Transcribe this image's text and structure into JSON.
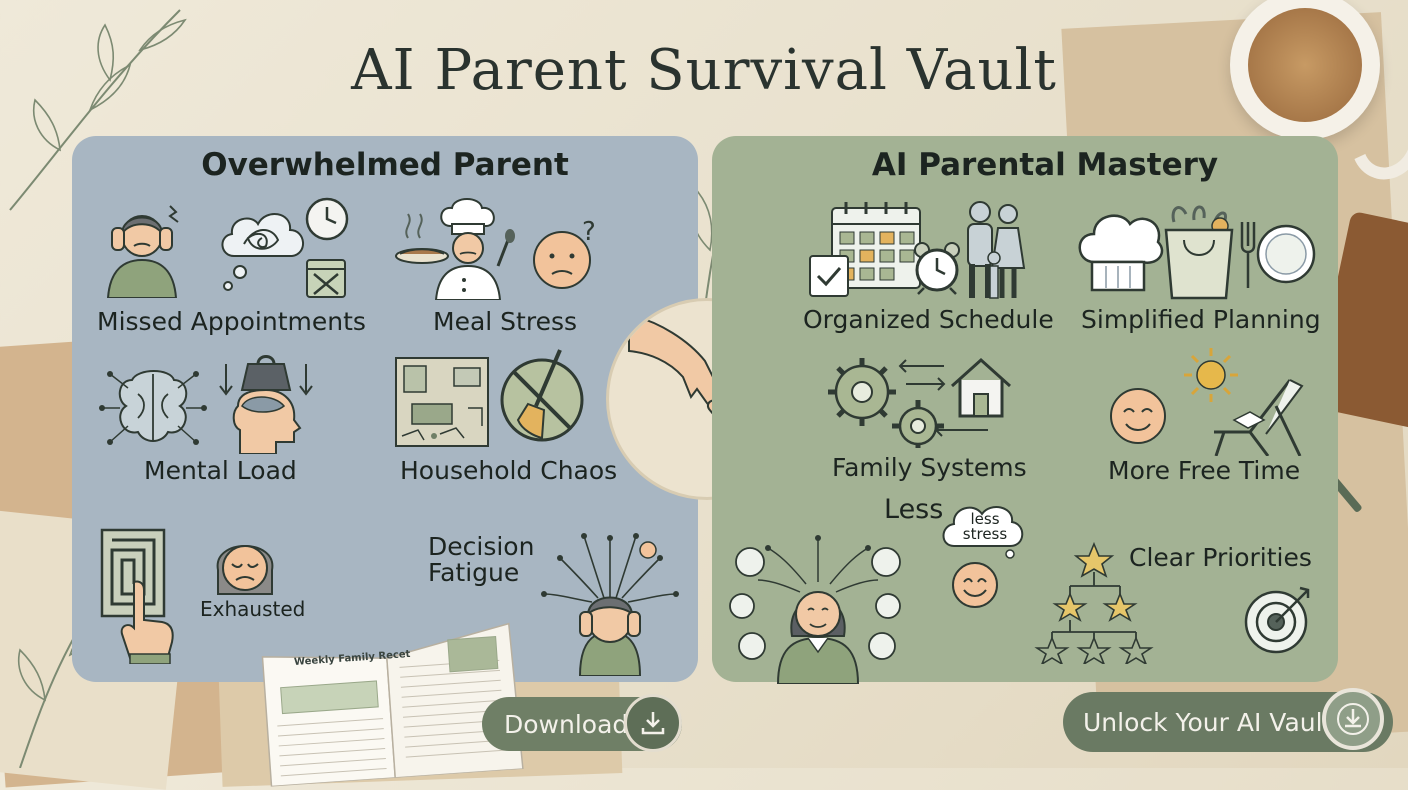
{
  "title": "AI Parent Survival Vault",
  "left_panel": {
    "heading": "Overwhelmed Parent",
    "items": [
      "Missed Appointments",
      "Meal Stress",
      "Mental Load",
      "Household Chaos",
      "Exhausted",
      "Decision Fatigue"
    ]
  },
  "right_panel": {
    "heading": "AI Parental Mastery",
    "items": [
      "Organized Schedule",
      "Simplified Planning",
      "Family Systems",
      "More Free Time",
      "Less",
      "less stress",
      "Clear Priorities"
    ]
  },
  "booklet": {
    "title": "Weekly Family Recet"
  },
  "buttons": {
    "download": "Download",
    "unlock": "Unlock Your AI Vault"
  },
  "icons": [
    "stressed-parent-icon",
    "tangled-thought-icon",
    "clock-icon",
    "calendar-crossed-icon",
    "chef-icon",
    "steaming-pot-icon",
    "confused-face-icon",
    "brain-circuit-icon",
    "weight-head-icon",
    "messy-room-icon",
    "no-broom-icon",
    "maze-icon",
    "pointing-hand-icon",
    "tired-face-icon",
    "overloaded-head-icon",
    "holding-hands-icon",
    "calendar-icon",
    "alarm-clock-icon",
    "family-icon",
    "chef-hat-icon",
    "grocery-bag-icon",
    "plate-cutlery-icon",
    "gears-icon",
    "house-icon",
    "smiley-icon",
    "sun-icon",
    "deck-chair-icon",
    "calm-woman-icon",
    "smile-icon",
    "thought-cloud-icon",
    "star-hierarchy-icon",
    "target-icon",
    "download-icon"
  ],
  "colors": {
    "left_panel": "#a8b6c2",
    "right_panel": "#a3b294",
    "button": "#6f7f66",
    "background": "#efe9d9"
  }
}
